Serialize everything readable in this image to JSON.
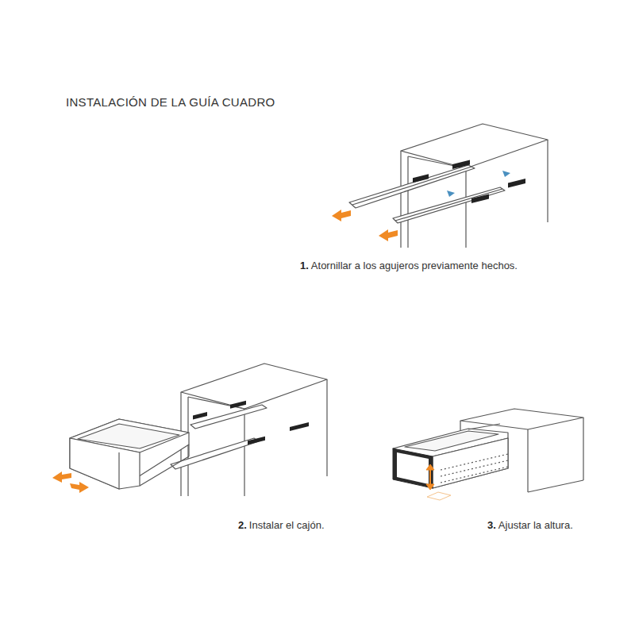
{
  "diagram": {
    "title": "INSTALACIÓN DE LA GUÍA CUADRO",
    "labels": [
      "1.",
      "Atornillar a los agujeros previamente hechos.",
      "2.",
      "Instalar el cajón.",
      "3.",
      "Ajustar la altura."
    ]
  }
}
